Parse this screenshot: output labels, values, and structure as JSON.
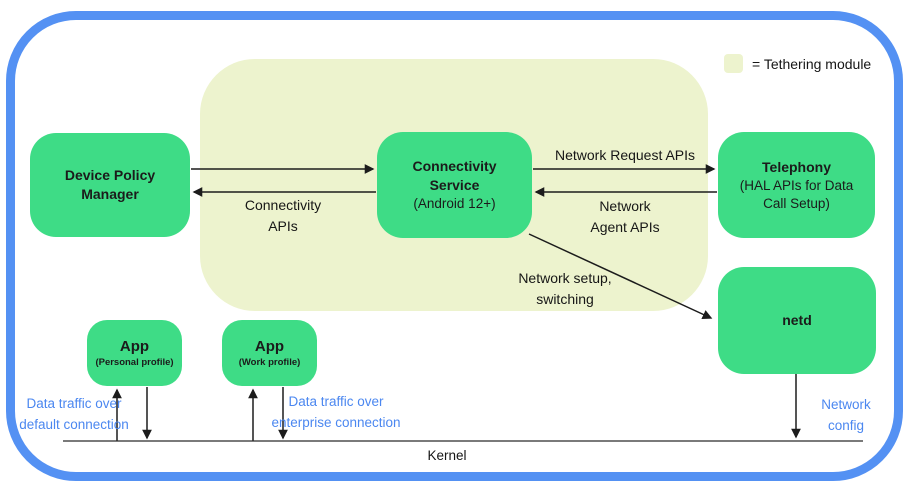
{
  "colors": {
    "box_green": "#3edc86",
    "tethering_bg": "#edf3ce",
    "frame_blue": "#5491f3",
    "blue_label": "#4b87f0",
    "line_ink": "#1c1c1c"
  },
  "legend": {
    "label": "= Tethering module"
  },
  "boxes": {
    "dpm": {
      "title": "Device Policy\nManager"
    },
    "cs": {
      "title": "Connectivity\nService",
      "subtitle": "(Android 12+)"
    },
    "telephony": {
      "title": "Telephony",
      "subtitle": "(HAL APIs for Data\nCall Setup)"
    },
    "netd": {
      "title": "netd"
    },
    "app_personal": {
      "title": "App",
      "subtitle": "(Personal profile)"
    },
    "app_work": {
      "title": "App",
      "subtitle": "(Work profile)"
    }
  },
  "labels": {
    "connectivity_apis": "Connectivity\nAPIs",
    "network_request_apis": "Network Request APIs",
    "network_agent_apis": "Network\nAgent APIs",
    "network_setup_switching": "Network setup,\nswitching",
    "data_traffic_default": "Data traffic over\ndefault connection",
    "data_traffic_enterprise": "Data traffic over\nenterprise connection",
    "network_config": "Network\nconfig",
    "kernel": "Kernel"
  }
}
